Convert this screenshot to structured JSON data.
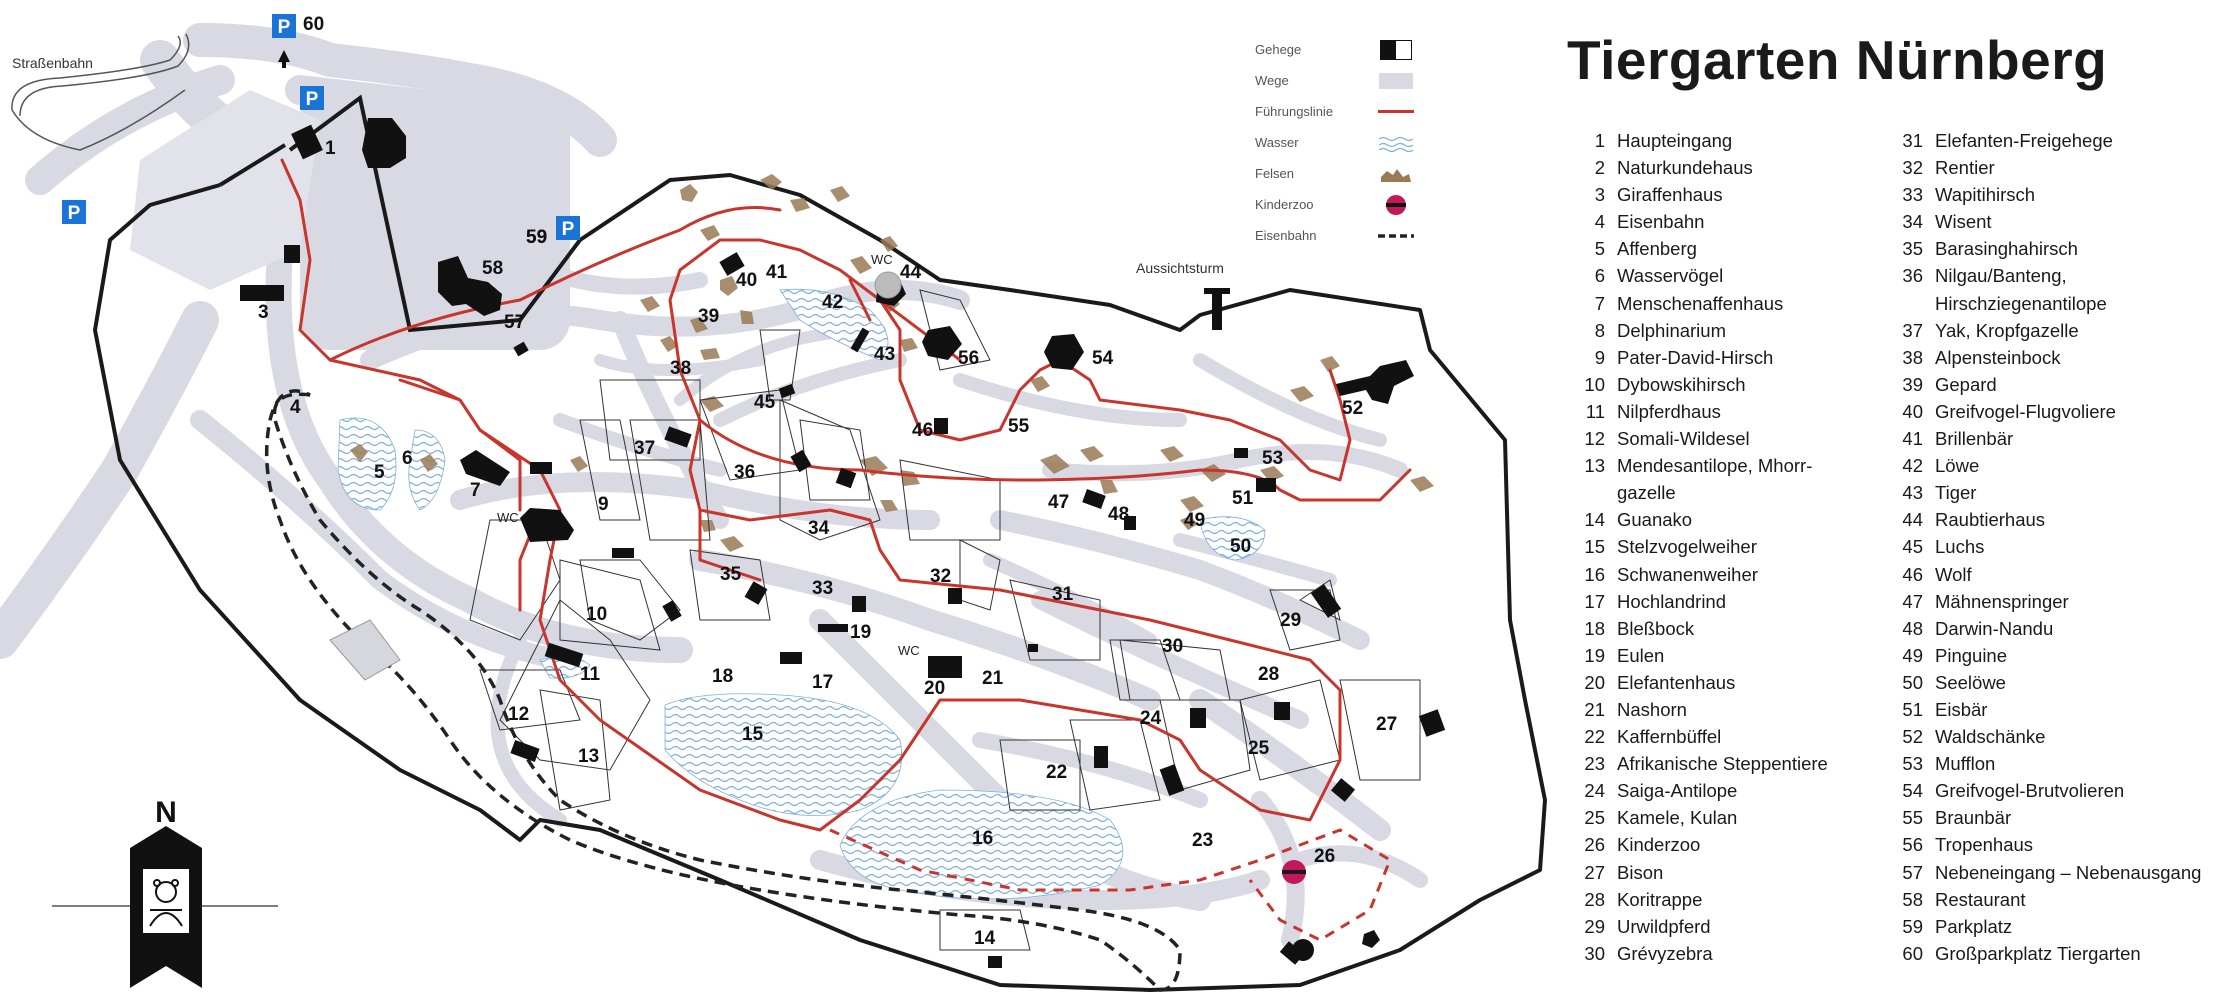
{
  "title": "Tiergarten Nürnberg",
  "map": {
    "strassenbahn": "Straßenbahn",
    "aussichtsturm": "Aussichtsturm",
    "north": "N",
    "wc": "WC",
    "parking_symbol": "P",
    "parking_labels": [
      "60",
      "59"
    ]
  },
  "legend": {
    "gehege": "Gehege",
    "wege": "Wege",
    "fuehrungslinie": "Führungslinie",
    "wasser": "Wasser",
    "felsen": "Felsen",
    "kinderzoo": "Kinderzoo",
    "eisenbahn": "Eisenbahn"
  },
  "colors": {
    "path": "#d9d9e4",
    "route": "#c8352c",
    "water": "#8fb8e0",
    "rock": "#9a7a55",
    "enclosure": "#1a1a1a",
    "parking": "#1a74d6",
    "kinderzoo": "#c0185a"
  },
  "legend_items_1": [
    {
      "n": "1",
      "t": "Haupteingang"
    },
    {
      "n": "2",
      "t": "Naturkundehaus"
    },
    {
      "n": "3",
      "t": "Giraffenhaus"
    },
    {
      "n": "4",
      "t": "Eisenbahn"
    },
    {
      "n": "5",
      "t": "Affenberg"
    },
    {
      "n": "6",
      "t": "Wasservögel"
    },
    {
      "n": "7",
      "t": "Menschenaffenhaus"
    },
    {
      "n": "8",
      "t": "Delphinarium"
    },
    {
      "n": "9",
      "t": "Pater-David-Hirsch"
    },
    {
      "n": "10",
      "t": "Dybowskihirsch"
    },
    {
      "n": "11",
      "t": "Nilpferdhaus"
    },
    {
      "n": "12",
      "t": "Somali-Wildesel"
    },
    {
      "n": "13",
      "t": "Mendesantilope, Mhorr-gazelle"
    },
    {
      "n": "14",
      "t": "Guanako"
    },
    {
      "n": "15",
      "t": "Stelzvogelweiher"
    },
    {
      "n": "16",
      "t": "Schwanenweiher"
    },
    {
      "n": "17",
      "t": "Hochlandrind"
    },
    {
      "n": "18",
      "t": "Bleßbock"
    },
    {
      "n": "19",
      "t": "Eulen"
    },
    {
      "n": "20",
      "t": "Elefantenhaus"
    },
    {
      "n": "21",
      "t": "Nashorn"
    },
    {
      "n": "22",
      "t": "Kaffernbüffel"
    },
    {
      "n": "23",
      "t": "Afrikanische Steppentiere"
    },
    {
      "n": "24",
      "t": "Saiga-Antilope"
    },
    {
      "n": "25",
      "t": "Kamele, Kulan"
    },
    {
      "n": "26",
      "t": "Kinderzoo"
    },
    {
      "n": "27",
      "t": "Bison"
    },
    {
      "n": "28",
      "t": "Koritrappe"
    },
    {
      "n": "29",
      "t": "Urwildpferd"
    },
    {
      "n": "30",
      "t": "Grévyzebra"
    }
  ],
  "legend_items_2": [
    {
      "n": "31",
      "t": "Elefanten-Freigehege"
    },
    {
      "n": "32",
      "t": "Rentier"
    },
    {
      "n": "33",
      "t": "Wapitihirsch"
    },
    {
      "n": "34",
      "t": "Wisent"
    },
    {
      "n": "35",
      "t": "Barasinghahirsch"
    },
    {
      "n": "36",
      "t": "Nilgau/Banteng, Hirschziegenantilope"
    },
    {
      "n": "37",
      "t": "Yak, Kropfgazelle"
    },
    {
      "n": "38",
      "t": "Alpensteinbock"
    },
    {
      "n": "39",
      "t": "Gepard"
    },
    {
      "n": "40",
      "t": "Greifvogel-Flugvoliere"
    },
    {
      "n": "41",
      "t": "Brillenbär"
    },
    {
      "n": "42",
      "t": "Löwe"
    },
    {
      "n": "43",
      "t": "Tiger"
    },
    {
      "n": "44",
      "t": "Raubtierhaus"
    },
    {
      "n": "45",
      "t": "Luchs"
    },
    {
      "n": "46",
      "t": "Wolf"
    },
    {
      "n": "47",
      "t": "Mähnenspringer"
    },
    {
      "n": "48",
      "t": "Darwin-Nandu"
    },
    {
      "n": "49",
      "t": "Pinguine"
    },
    {
      "n": "50",
      "t": "Seelöwe"
    },
    {
      "n": "51",
      "t": "Eisbär"
    },
    {
      "n": "52",
      "t": "Waldschänke"
    },
    {
      "n": "53",
      "t": "Mufflon"
    },
    {
      "n": "54",
      "t": "Greifvogel-Brutvolieren"
    },
    {
      "n": "55",
      "t": "Braunbär"
    },
    {
      "n": "56",
      "t": "Tropenhaus"
    },
    {
      "n": "57",
      "t": "Nebeneingang – Nebenausgang"
    },
    {
      "n": "58",
      "t": "Restaurant"
    },
    {
      "n": "59",
      "t": "Parkplatz"
    },
    {
      "n": "60",
      "t": "Großparkplatz Tiergarten"
    }
  ]
}
